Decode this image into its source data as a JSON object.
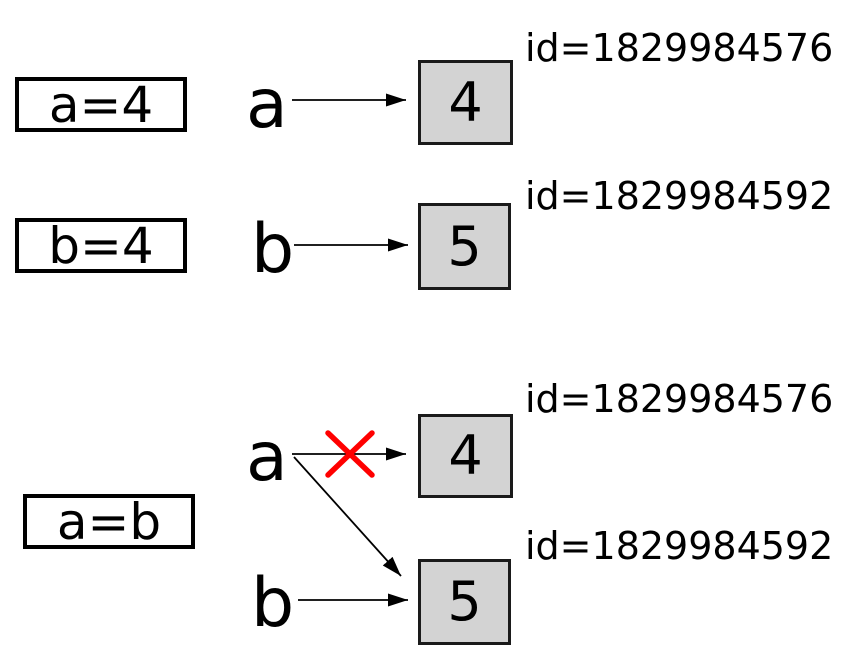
{
  "diagram": {
    "description_colors": {
      "value_box_fill": "#d3d3d3",
      "box_border": "#000000",
      "arrow_color": "#000000",
      "cross_color": "#ff0000",
      "background": "#ffffff"
    },
    "sections": [
      {
        "code": "a=4",
        "rows": [
          {
            "var": "a",
            "value": "4",
            "id_label": "id=1829984576",
            "crossed": false
          }
        ]
      },
      {
        "code": "b=4",
        "rows": [
          {
            "var": "b",
            "value": "5",
            "id_label": "id=1829984592",
            "crossed": false
          }
        ]
      },
      {
        "code": "a=b",
        "rows": [
          {
            "var": "a",
            "value": "4",
            "id_label": "id=1829984576",
            "crossed": true
          },
          {
            "var": "b",
            "value": "5",
            "id_label": "id=1829984592",
            "crossed": false
          }
        ]
      }
    ]
  }
}
